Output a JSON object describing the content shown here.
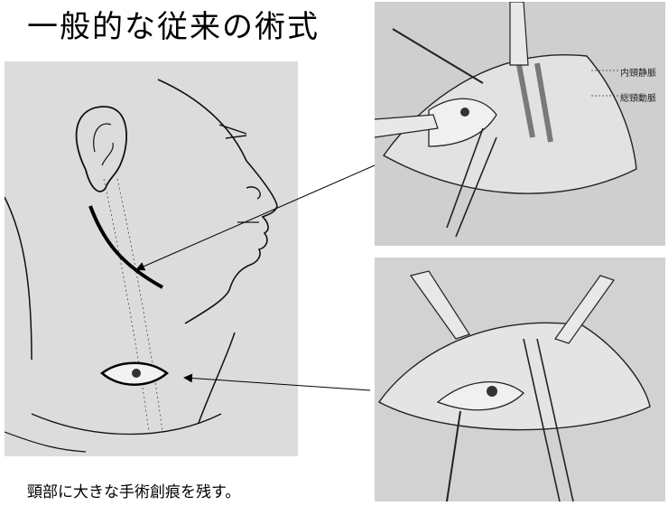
{
  "title": "一般的な従来の術式",
  "caption": "頸部に大きな手術創痕を残す。",
  "labels": {
    "ijv": "内頸静脈",
    "cca": "総頸動脈"
  }
}
